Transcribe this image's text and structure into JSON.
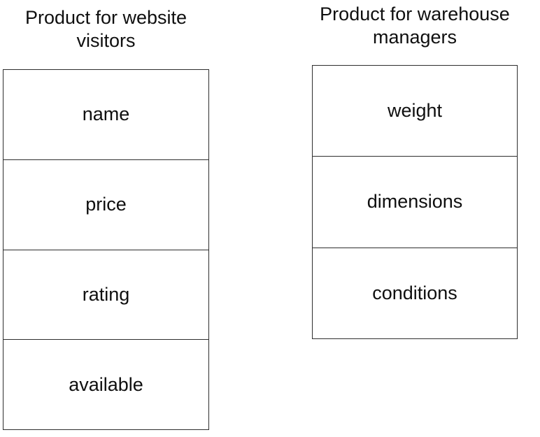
{
  "diagram": {
    "type": "entity-attribute-split",
    "background_color": "#ffffff",
    "border_color": "#2e2e2e",
    "text_color": "#0f0f0f",
    "entities": [
      {
        "id": "website-visitors",
        "title": "Product for website\nvisitors",
        "title_line_1": "Product for website",
        "title_line_2": "visitors",
        "attributes": [
          {
            "name": "name"
          },
          {
            "name": "price"
          },
          {
            "name": "rating"
          },
          {
            "name": "available"
          }
        ]
      },
      {
        "id": "warehouse-managers",
        "title": "Product for warehouse\nmanagers",
        "title_line_1": "Product for warehouse",
        "title_line_2": "managers",
        "attributes": [
          {
            "name": "weight"
          },
          {
            "name": "dimensions"
          },
          {
            "name": "conditions"
          }
        ]
      }
    ]
  }
}
